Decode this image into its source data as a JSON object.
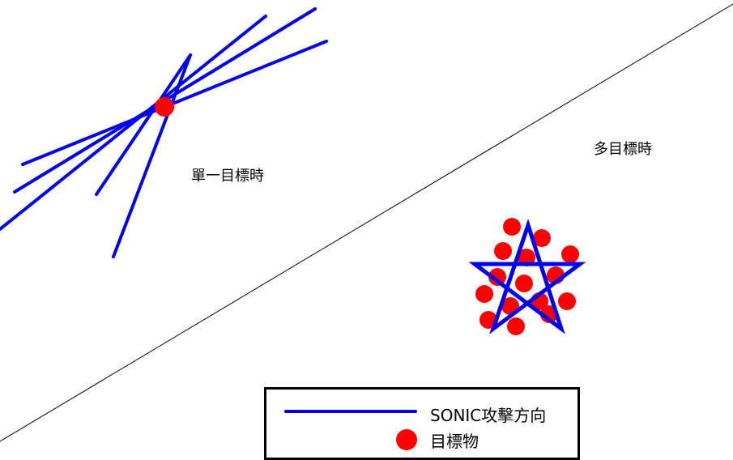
{
  "labels": {
    "single_target": "單一目標時",
    "multi_target": "多目標時"
  },
  "legend": {
    "attack_direction": "SONIC攻擊方向",
    "target": "目標物"
  },
  "colors": {
    "attack_line": "#0000ee",
    "target": "#ff0000",
    "divider": "#000000"
  }
}
